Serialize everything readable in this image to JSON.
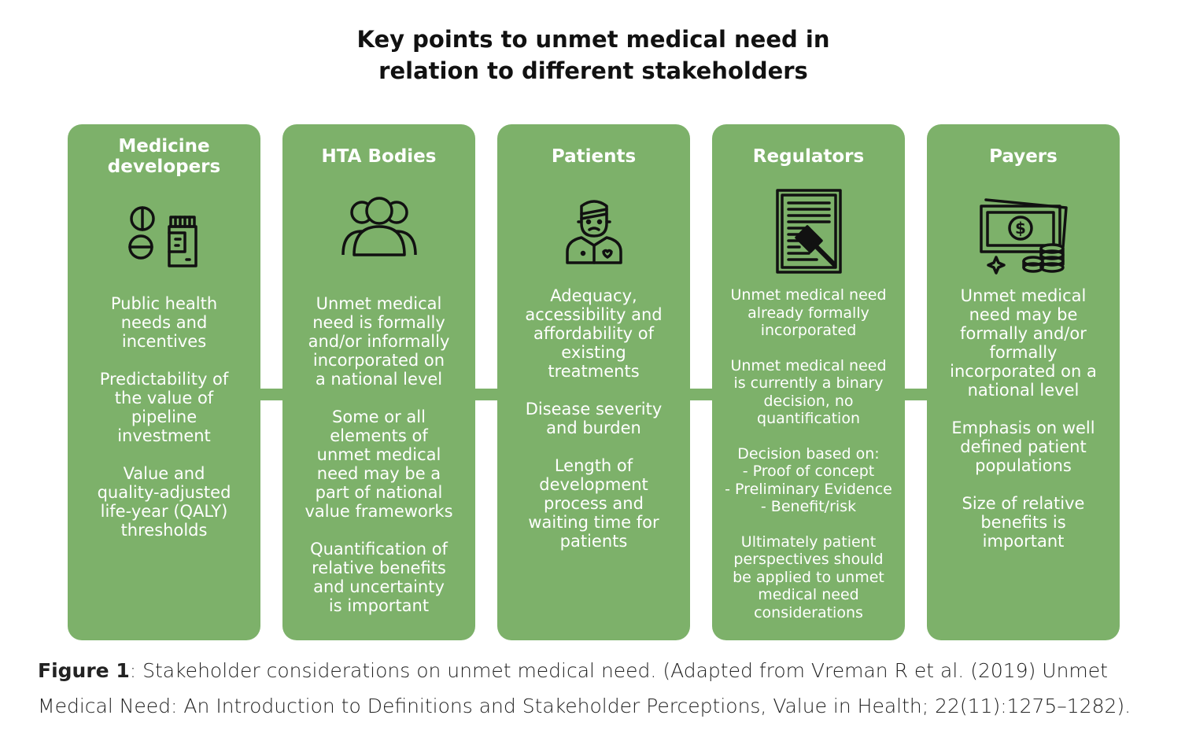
{
  "title": {
    "line1": "Key points to unmet medical need in",
    "line2": "relation to different stakeholders"
  },
  "colors": {
    "card": "#7db16a",
    "text_on_card": "#ffffff"
  },
  "stakeholders": [
    {
      "title_lines": [
        "Medicine",
        "developers"
      ],
      "icon": "pills-and-medicine-bottle-icon",
      "points": [
        [
          "Public health",
          "needs and",
          "incentives"
        ],
        [
          "Predictability of",
          "the value of",
          "pipeline",
          "investment"
        ],
        [
          "Value and",
          "quality-adjusted",
          "life-year (QALY)",
          "thresholds"
        ]
      ]
    },
    {
      "title_lines": [
        "HTA Bodies"
      ],
      "icon": "group-of-people-icon",
      "points": [
        [
          "Unmet medical",
          "need is formally",
          "and/or informally",
          "incorporated on",
          "a national level"
        ],
        [
          "Some or all",
          "elements of",
          "unmet medical",
          "need may be a",
          "part of national",
          "value frameworks"
        ],
        [
          "Quantification of",
          "relative benefits",
          "and uncertainty",
          "is important"
        ]
      ]
    },
    {
      "title_lines": [
        "Patients"
      ],
      "icon": "patient-icon",
      "points": [
        [
          "Adequacy,",
          "accessibility and",
          "affordability of",
          "existing",
          "treatments"
        ],
        [
          "Disease severity",
          "and burden"
        ],
        [
          "Length of",
          "development",
          "process and",
          "waiting time for",
          "patients"
        ]
      ]
    },
    {
      "title_lines": [
        "Regulators"
      ],
      "icon": "document-with-gavel-icon",
      "points": [
        [
          "Unmet medical need",
          "already formally",
          "incorporated"
        ],
        [
          "Unmet medical need",
          "is currently a binary",
          "decision, no",
          "quantification"
        ],
        [
          "Decision based on:",
          "- Proof of concept",
          "- Preliminary Evidence",
          "- Benefit/risk"
        ],
        [
          "Ultimately patient",
          "perspectives should",
          "be applied to unmet",
          "medical need",
          "considerations"
        ]
      ]
    },
    {
      "title_lines": [
        "Payers"
      ],
      "icon": "money-and-coins-icon",
      "points": [
        [
          "Unmet medical",
          "need may be",
          "formally and/or",
          "formally",
          "incorporated on a",
          "national level"
        ],
        [
          "Emphasis on well",
          "defined patient",
          "populations"
        ],
        [
          "Size of relative",
          "benefits is",
          "important"
        ]
      ]
    }
  ],
  "caption": {
    "label": "Figure 1",
    "text_line1": ": Stakeholder considerations on unmet medical need. (Adapted from Vreman R et al. (2019) Unmet",
    "text_line2": "Medical Need: An Introduction to Definitions and Stakeholder Perceptions, Value in Health; 22(11):1275–1282)."
  }
}
